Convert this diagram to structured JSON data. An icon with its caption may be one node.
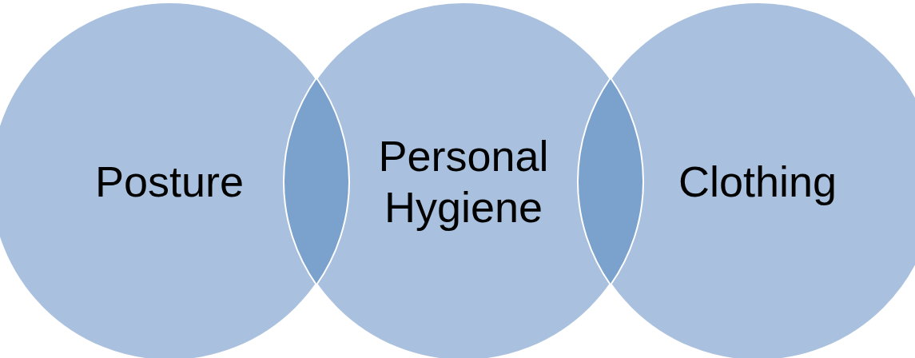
{
  "diagram": {
    "nodes": [
      {
        "text": [
          "Posture"
        ]
      },
      {
        "text": [
          "Personal Hygiene"
        ]
      },
      {
        "text": [
          "Clothing"
        ]
      }
    ]
  }
}
